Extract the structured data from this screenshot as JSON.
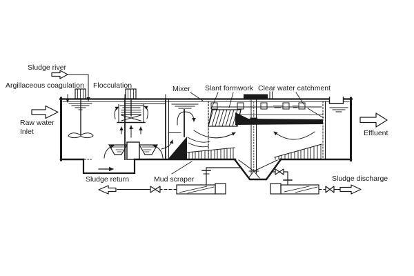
{
  "colors": {
    "background": "#ffffff",
    "ink": "#1a1a1a"
  },
  "labels": {
    "sludge_river": "Sludge river",
    "argillaceous_coagulation": "Argillaceous coagulation",
    "flocculation": "Flocculation",
    "mixer": "Mixer",
    "slant_formwork": "Slant formwork",
    "clear_water_catchment": "Clear water catchment",
    "raw_water_line1": "Raw water",
    "raw_water_line2": "Inlet",
    "effluent": "Effluent",
    "sludge_return": "Sludge return",
    "mud_scraper": "Mud scraper",
    "sludge_discharge": "Sludge discharge"
  }
}
